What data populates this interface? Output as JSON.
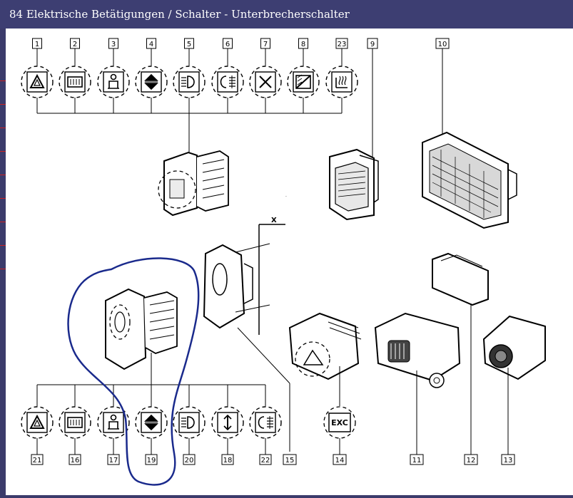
{
  "window": {
    "title": "84 Elektrische Betätigungen / Schalter - Unterbrecherschalter"
  },
  "colors": {
    "frame": "#3d3e72",
    "title_text": "#ffffff",
    "paper": "#ffffff",
    "ink": "#000000",
    "markup": "#1a2a8c",
    "tick": "#cc2222"
  },
  "diagram": {
    "top_row": [
      {
        "label": "1",
        "icon": "hazard-triangle-icon"
      },
      {
        "label": "2",
        "icon": "rear-defrost-icon"
      },
      {
        "label": "3",
        "icon": "seat-person-icon"
      },
      {
        "label": "4",
        "icon": "up-down-arrows-icon"
      },
      {
        "label": "5",
        "icon": "fog-light-icon"
      },
      {
        "label": "6",
        "icon": "rear-fog-light-icon"
      },
      {
        "label": "7",
        "icon": "blank-cross-icon"
      },
      {
        "label": "8",
        "icon": "window-lock-icon"
      },
      {
        "label": "23",
        "icon": "seat-heater-icon"
      }
    ],
    "bottom_row": [
      {
        "label": "21",
        "icon": "hazard-triangle-icon"
      },
      {
        "label": "16",
        "icon": "rear-defrost-icon"
      },
      {
        "label": "17",
        "icon": "seat-person-icon"
      },
      {
        "label": "19",
        "icon": "up-down-arrows-icon"
      },
      {
        "label": "20",
        "icon": "fog-light-icon"
      },
      {
        "label": "18",
        "icon": "height-adjust-icon"
      },
      {
        "label": "22",
        "icon": "rear-fog-light-icon"
      }
    ],
    "part_labels": [
      "9",
      "10",
      "15",
      "14",
      "11",
      "12",
      "13"
    ],
    "exc_text": "EXC",
    "axis_letter": "X"
  }
}
